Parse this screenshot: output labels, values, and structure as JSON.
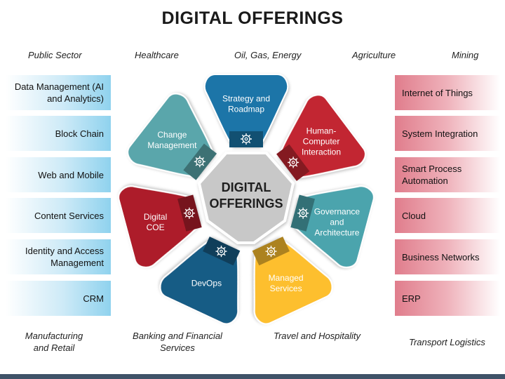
{
  "title": "DIGITAL OFFERINGS",
  "sectors_top": [
    "Public Sector",
    "Healthcare",
    "Oil, Gas, Energy",
    "Agriculture",
    "Mining"
  ],
  "sectors_bottom": [
    "Manufacturing and Retail",
    "Banking and Financial Services",
    "Travel and Hospitality",
    "Transport Logistics"
  ],
  "left_items": [
    "Data Management (AI and Analytics)",
    "Block Chain",
    "Web and Mobile",
    "Content Services",
    "Identity and Access Management",
    "CRM"
  ],
  "right_items": [
    "Internet of Things",
    "System Integration",
    "Smart Process Automation",
    "Cloud",
    "Business Networks",
    "ERP"
  ],
  "center": {
    "label": "DIGITAL OFFERINGS"
  },
  "petals": [
    {
      "label": "Strategy and Roadmap",
      "color": "#1a75a8",
      "icon": "gear-bulb-icon"
    },
    {
      "label": "Human-Computer Interaction",
      "color": "#c22631",
      "icon": "monitor-hands-icon"
    },
    {
      "label": "Governance and Architecture",
      "color": "#4ba4ad",
      "icon": "drafting-icon"
    },
    {
      "label": "Managed Services",
      "color": "#fdbf2d",
      "icon": "hand-gear-icon"
    },
    {
      "label": "DevOps",
      "color": "#175b85",
      "icon": "gears-icon"
    },
    {
      "label": "Digital COE",
      "color": "#ad1d2b",
      "icon": "target-gear-icon"
    },
    {
      "label": "Change Management",
      "color": "#5aa6ab",
      "icon": "people-gear-icon"
    }
  ]
}
